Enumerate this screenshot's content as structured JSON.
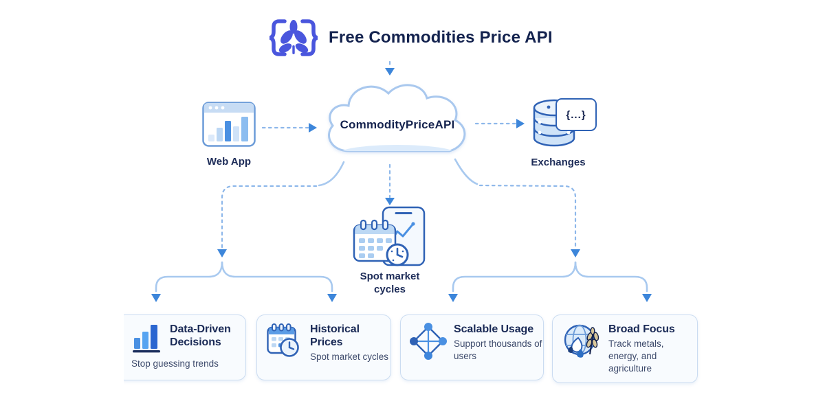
{
  "header": {
    "title": "Free Commodities Price API"
  },
  "cloud": {
    "label": "CommodityPriceAPI"
  },
  "nodes": {
    "web_app": {
      "label": "Web App"
    },
    "exchanges": {
      "label": "Exchanges",
      "code_badge": "{...}"
    },
    "spot_market": {
      "label_line1": "Spot market",
      "label_line2": "cycles"
    }
  },
  "cards": [
    {
      "icon": "bar-chart-icon",
      "title_line1": "Data-Driven",
      "title_line2": "Decisions",
      "subtitle": "Stop guessing trends"
    },
    {
      "icon": "calendar-clock-icon",
      "title": "Historical Prices",
      "subtitle": "Spot market cycles"
    },
    {
      "icon": "network-icon",
      "title": "Scalable Usage",
      "subtitle": "Support thousands of users"
    },
    {
      "icon": "globe-commodities-icon",
      "title": "Broad Focus",
      "subtitle": "Track metals, energy, and agriculture"
    }
  ],
  "colors": {
    "brand_indigo": "#4a56dd",
    "navy_text": "#15234e",
    "arrow_blue": "#3d86da",
    "dashed_line": "#8db7ea",
    "branch_line": "#a8c9ef",
    "icon_stroke": "#2f62b5",
    "accent_blue": "#4a90e2",
    "card_bg": "#f8fbfe",
    "card_border": "#cbdcf1"
  }
}
